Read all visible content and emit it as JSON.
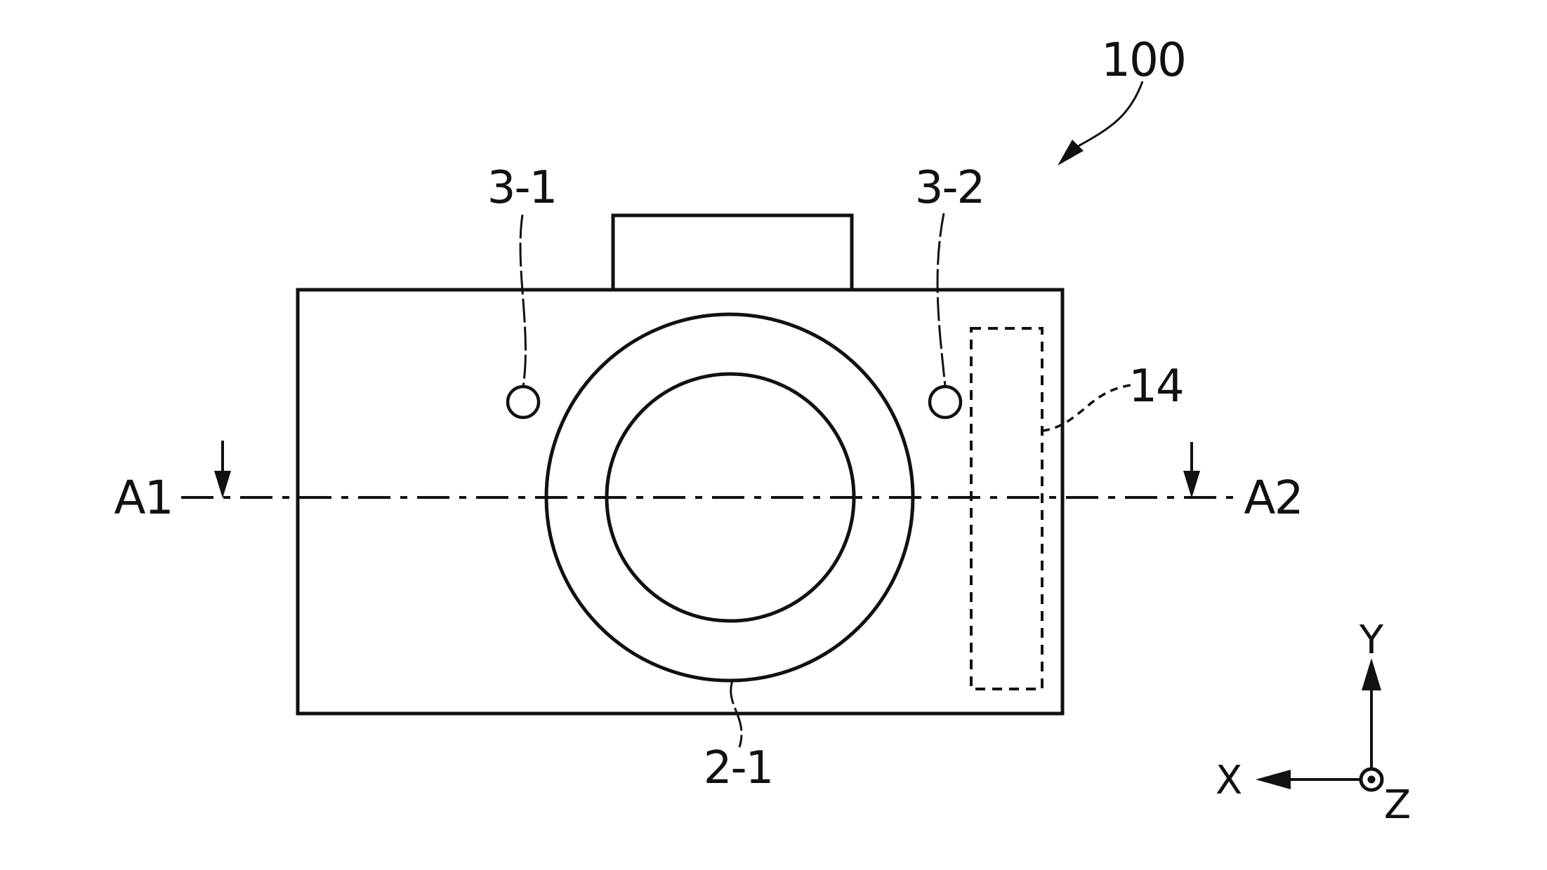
{
  "colors": {
    "ink": "#111111",
    "background": "#ffffff"
  },
  "labels": {
    "ref_100": "100",
    "ref_3_1": "3-1",
    "ref_3_2": "3-2",
    "ref_14": "14",
    "ref_2_1": "2-1",
    "section_a1": "A1",
    "section_a2": "A2",
    "axis_x": "X",
    "axis_y": "Y",
    "axis_z": "Z"
  }
}
